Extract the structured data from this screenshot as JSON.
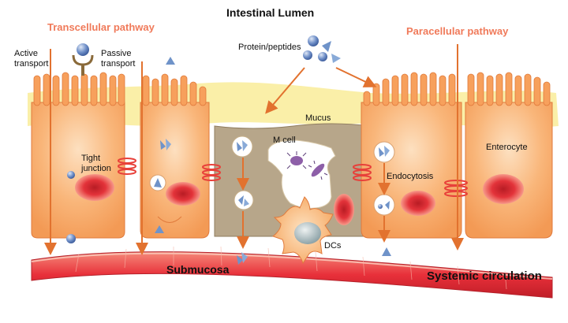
{
  "labels": {
    "intestinal_lumen": "Intestinal Lumen",
    "transcellular": "Transcellular pathway",
    "paracellular": "Paracellular pathway",
    "active_line1": "Active",
    "active_line2": "transport",
    "passive_line1": "Passive",
    "passive_line2": "transport",
    "protein": "Protein/peptides",
    "mucus": "Mucus",
    "m_cell": "M cell",
    "tight_line1": "Tight",
    "tight_line2": "junction",
    "enterocyte": "Enterocyte",
    "endocytosis": "Endocytosis",
    "dcs": "DCs",
    "submucosa": "Submucosa",
    "systemic": "Systemic circulation"
  },
  "colors": {
    "cell_fill": "#f8a968",
    "cell_light": "#fbd0a4",
    "cell_edge": "#e07a3c",
    "nucleus": "#e8323a",
    "mucus": "#f9ed9e",
    "m_cell": "#b7a68a",
    "arrow": "#e2722f",
    "vessel": "#e8403a",
    "protein": "#6f93c9",
    "label_red": "#f07a5a"
  }
}
